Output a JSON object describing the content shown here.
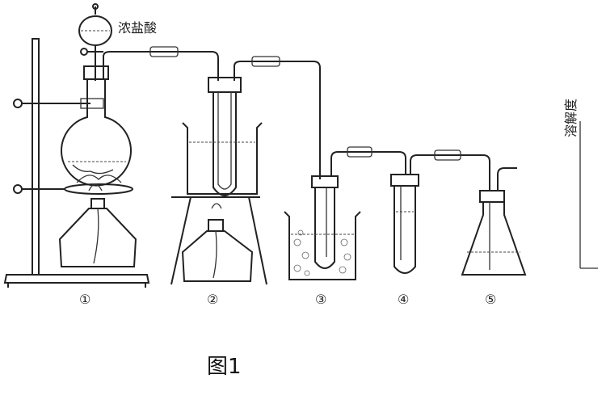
{
  "reagent_label": "浓盐酸",
  "side_label": "溶解度",
  "apparatus_labels": [
    "①",
    "②",
    "③",
    "④",
    "⑤"
  ],
  "caption": "图1"
}
